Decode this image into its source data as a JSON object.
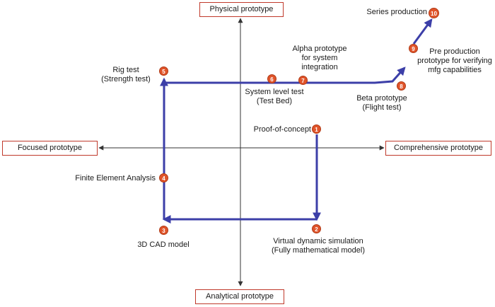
{
  "axes": {
    "top": "Physical prototype",
    "bottom": "Analytical prototype",
    "left": "Focused prototype",
    "right": "Comprehensive prototype"
  },
  "steps": [
    {
      "num": "1",
      "lines": [
        "Proof-of-concept"
      ]
    },
    {
      "num": "2",
      "lines": [
        "Virtual dynamic simulation",
        "(Fully mathematical model)"
      ]
    },
    {
      "num": "3",
      "lines": [
        "3D CAD model"
      ]
    },
    {
      "num": "4",
      "lines": [
        "Finite Element Analysis"
      ]
    },
    {
      "num": "5",
      "lines": [
        "Rig test",
        "(Strength test)"
      ]
    },
    {
      "num": "6",
      "lines": [
        "System level test",
        "(Test Bed)"
      ]
    },
    {
      "num": "7",
      "lines": [
        "Alpha prototype",
        "for system",
        "integration"
      ]
    },
    {
      "num": "8",
      "lines": [
        "Beta prototype",
        "(Flight test)"
      ]
    },
    {
      "num": "9",
      "lines": [
        "Pre production",
        "prototype for verifying",
        "mfg capabilities"
      ]
    },
    {
      "num": "10",
      "lines": [
        "Series production"
      ]
    }
  ],
  "colors": {
    "path": "#3c3fa8",
    "marker": "#e0542a",
    "axis_box_border": "#c0392b"
  }
}
